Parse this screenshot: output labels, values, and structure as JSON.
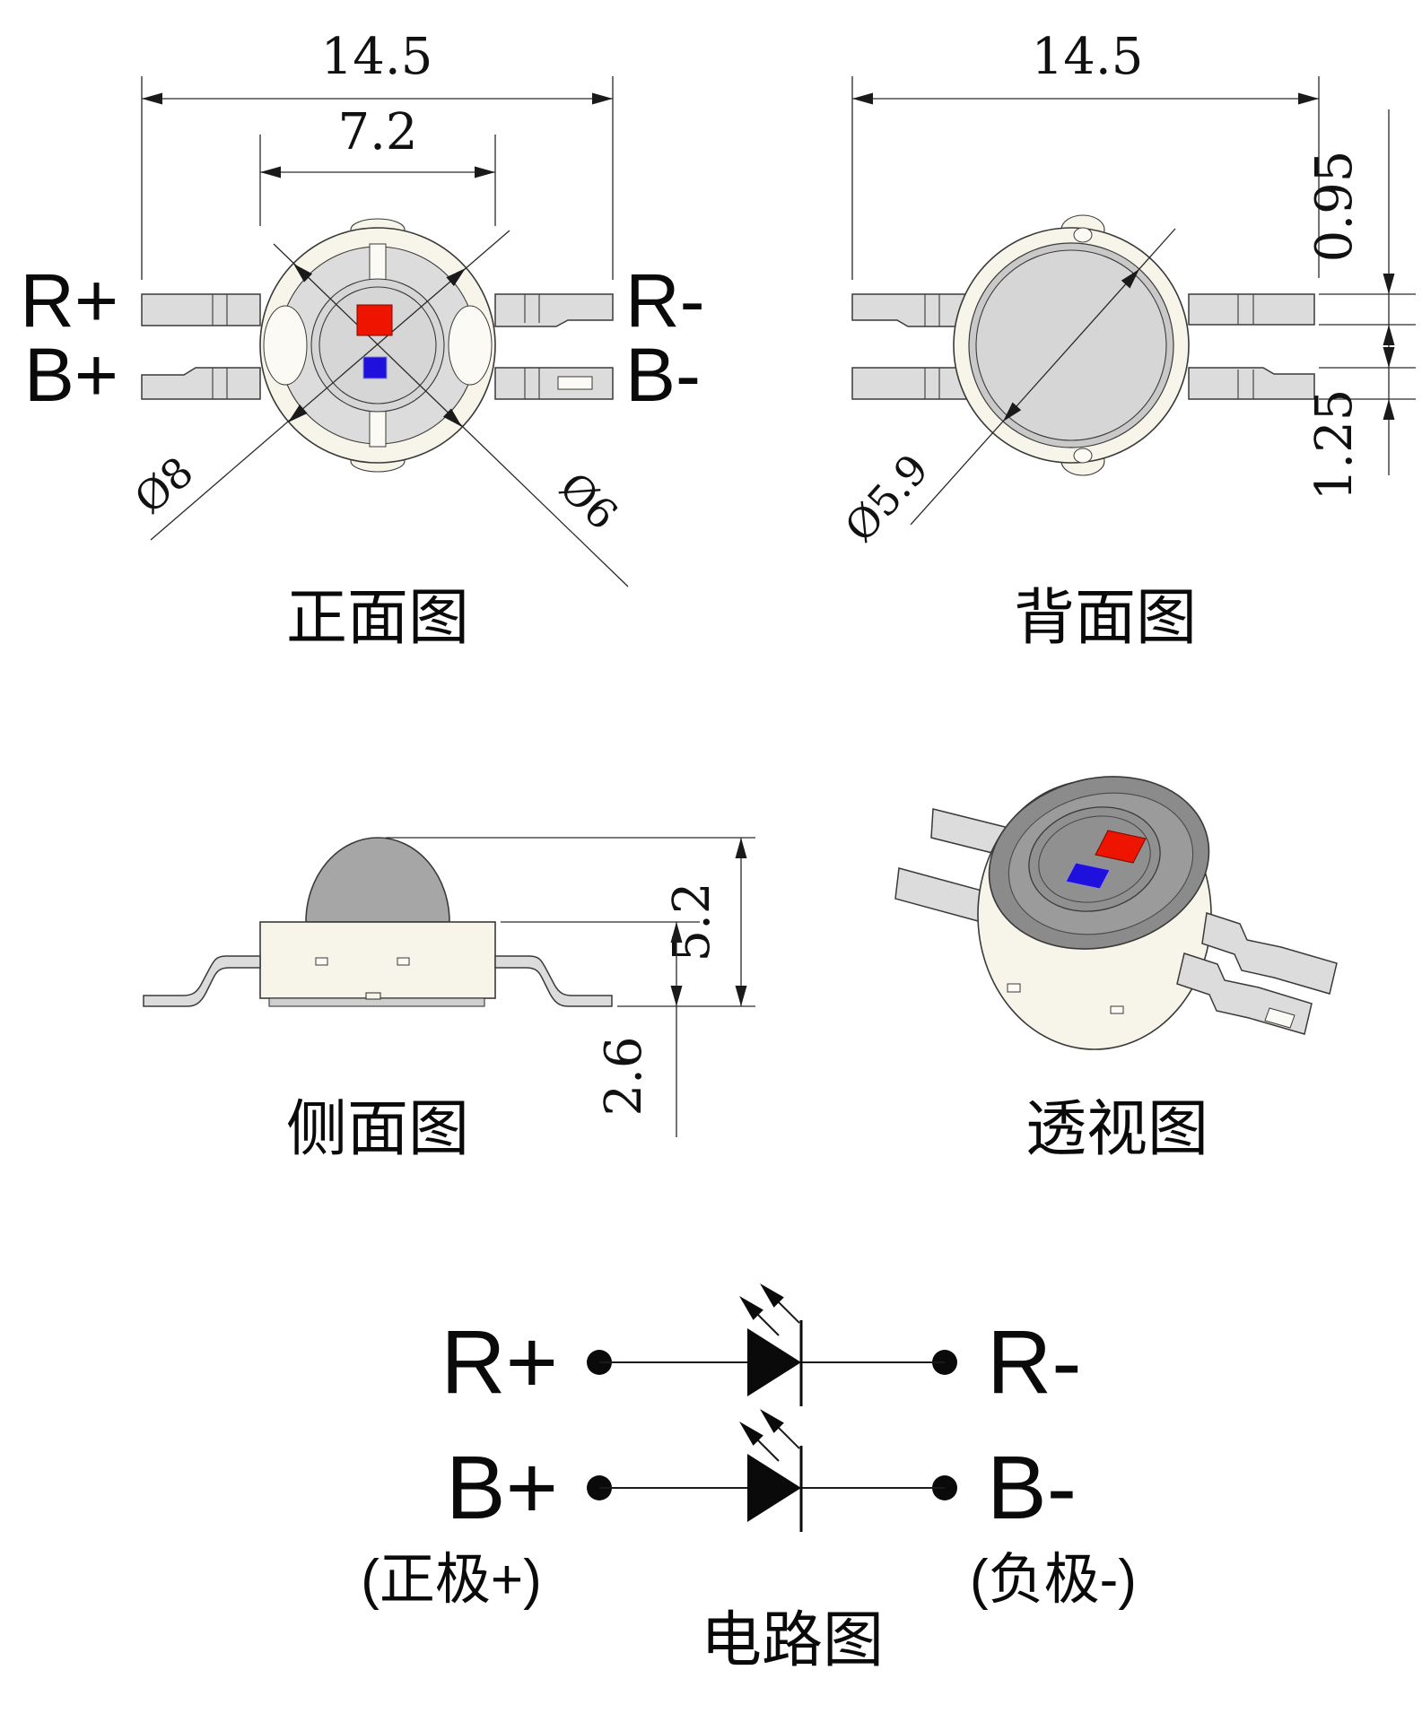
{
  "page": {
    "background": "#ffffff"
  },
  "colors": {
    "red_chip": "#ee1400",
    "blue_chip": "#2010dd",
    "body_cream": "#f7f4ea",
    "metal_gray": "#dcdcdc",
    "pad_gray": "#d6d6d6",
    "dome_gray": "#a6a6a6",
    "top_face_gray": "#8b8b8b",
    "line": "#3a3a38"
  },
  "front_view": {
    "caption": "正面图",
    "dim_total_width": "14.5",
    "dim_lens_width": "7.2",
    "dia_outer": "Ø8",
    "dia_inner": "Ø6",
    "labels": {
      "top_left": "R+",
      "bottom_left": "B+",
      "top_right": "R-",
      "bottom_right": "B-"
    }
  },
  "back_view": {
    "caption": "背面图",
    "dim_total_width": "14.5",
    "dim_pin_width": "0.95",
    "dim_pin_gap": "1.25",
    "dia_pad": "Ø5.9"
  },
  "side_view": {
    "caption": "侧面图",
    "dim_total_height": "5.2",
    "dim_body_height": "2.6"
  },
  "perspective_view": {
    "caption": "透视图"
  },
  "circuit": {
    "caption": "电路图",
    "rows": [
      {
        "anode": "R+",
        "cathode": "R-"
      },
      {
        "anode": "B+",
        "cathode": "B-"
      }
    ],
    "anode_note": "(正极+)",
    "cathode_note": "(负极-)"
  }
}
